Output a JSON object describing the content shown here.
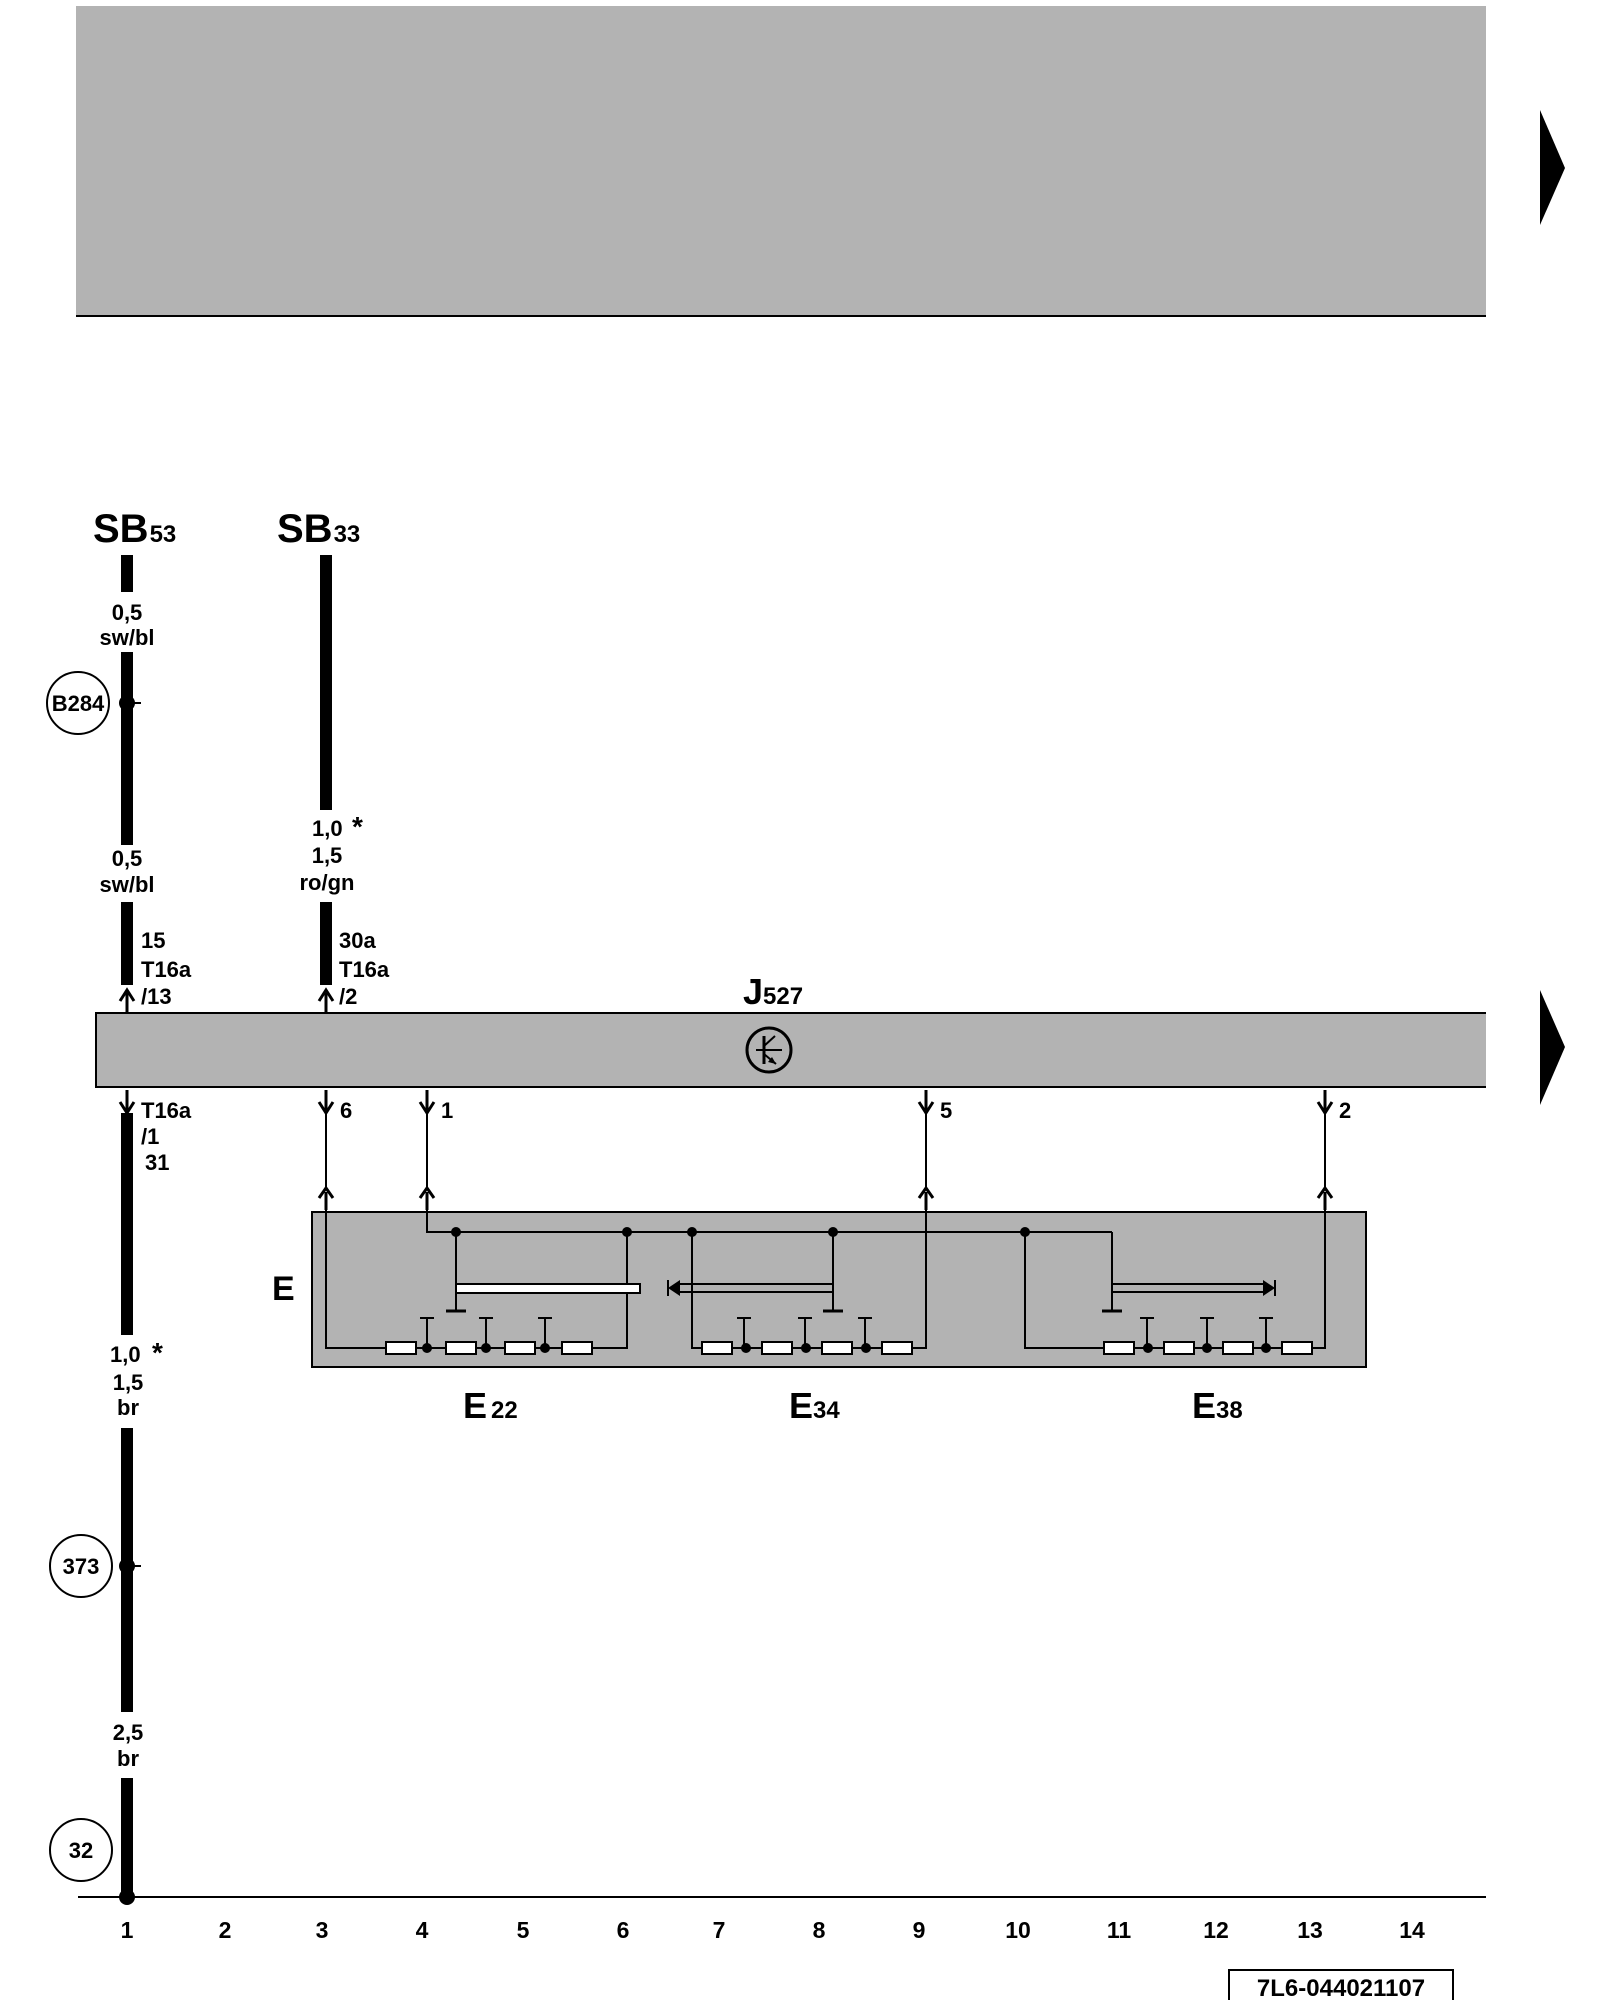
{
  "fuses": {
    "sb53": {
      "main": "SB",
      "sub": "53"
    },
    "sb33": {
      "main": "SB",
      "sub": "33"
    }
  },
  "wires": {
    "w1_top": {
      "size": "0,5",
      "color": "sw/bl"
    },
    "w1_mid": {
      "size": "0,5",
      "color": "sw/bl"
    },
    "w2": {
      "alt": "1,0",
      "star": "*",
      "size": "1,5",
      "color": "ro/gn"
    },
    "w3": {
      "alt": "1,0",
      "star": "*",
      "size": "1,5",
      "color": "br"
    },
    "w4": {
      "size": "2,5",
      "color": "br"
    }
  },
  "connectors": {
    "c15": {
      "terminal": "15",
      "name": "T16a",
      "pin": "/13"
    },
    "c30a": {
      "terminal": "30a",
      "name": "T16a",
      "pin": "/2"
    },
    "c31": {
      "name": "T16a",
      "pin": "/1",
      "terminal": "31"
    },
    "pin6": "6",
    "pin1": "1",
    "pin5": "5",
    "pin2": "2"
  },
  "control_unit": {
    "main": "J",
    "sub": "527"
  },
  "switch_group": {
    "label": "E"
  },
  "switches": {
    "e22": {
      "main": "E",
      "sub": "22"
    },
    "e34": {
      "main": "E",
      "sub": "34"
    },
    "e38": {
      "main": "E",
      "sub": "38"
    }
  },
  "nodes": {
    "b284": "B284",
    "n373": "373",
    "n32": "32"
  },
  "columns": [
    "1",
    "2",
    "3",
    "4",
    "5",
    "6",
    "7",
    "8",
    "9",
    "10",
    "11",
    "12",
    "13",
    "14"
  ],
  "diagram_code": "7L6-044021107"
}
